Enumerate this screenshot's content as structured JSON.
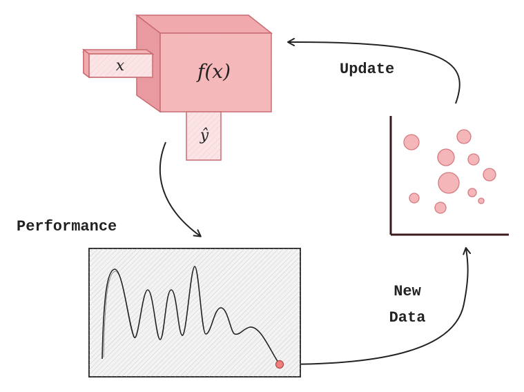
{
  "model": {
    "input_label": "x",
    "function_label": "f(x)",
    "output_label": "ŷ",
    "fill_color": "#f5b8bb",
    "stroke_color": "#c86a70"
  },
  "arrows": {
    "performance_label": "Performance",
    "update_label": "Update",
    "new_data_label_line1": "New",
    "new_data_label_line2": "Data"
  },
  "scatter": {
    "point_color": "#f4b6b9",
    "point_stroke": "#d47a80",
    "axis_color": "#3a1a1c"
  },
  "performance_plot": {
    "end_marker_color": "#f08080"
  }
}
